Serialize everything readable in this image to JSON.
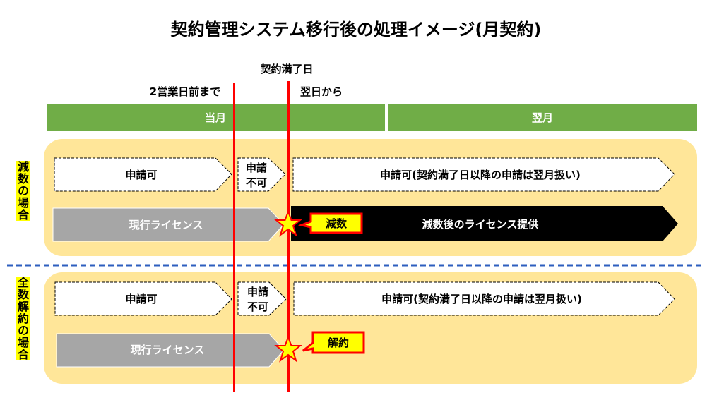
{
  "title": "契約管理システム移行後の処理イメージ(月契約)",
  "markers": {
    "contract_end": "契約満了日",
    "two_days_before": "2営業日前まで",
    "next_day": "翌日から"
  },
  "months": {
    "current": "当月",
    "next": "翌月"
  },
  "colors": {
    "green": "#70ad47",
    "panel": "#ffe699",
    "red": "#ff0000",
    "gray": "#a6a6a6",
    "yellow": "#ffff00",
    "divider": "#2e5fbf"
  },
  "reduce_case": {
    "label": "減数の場合",
    "apply_ok": "申請可",
    "apply_ng_1": "申請",
    "apply_ng_2": "不可",
    "apply_ok_after": "申請可(契約満了日以降の申請は翌月扱い)",
    "current_license": "現行ライセンス",
    "event": "減数",
    "after_license": "減数後のライセンス提供"
  },
  "cancel_case": {
    "label": "全数解約の場合",
    "apply_ok": "申請可",
    "apply_ng_1": "申請",
    "apply_ng_2": "不可",
    "apply_ok_after": "申請可(契約満了日以降の申請は翌月扱い)",
    "current_license": "現行ライセンス",
    "event": "解約"
  }
}
